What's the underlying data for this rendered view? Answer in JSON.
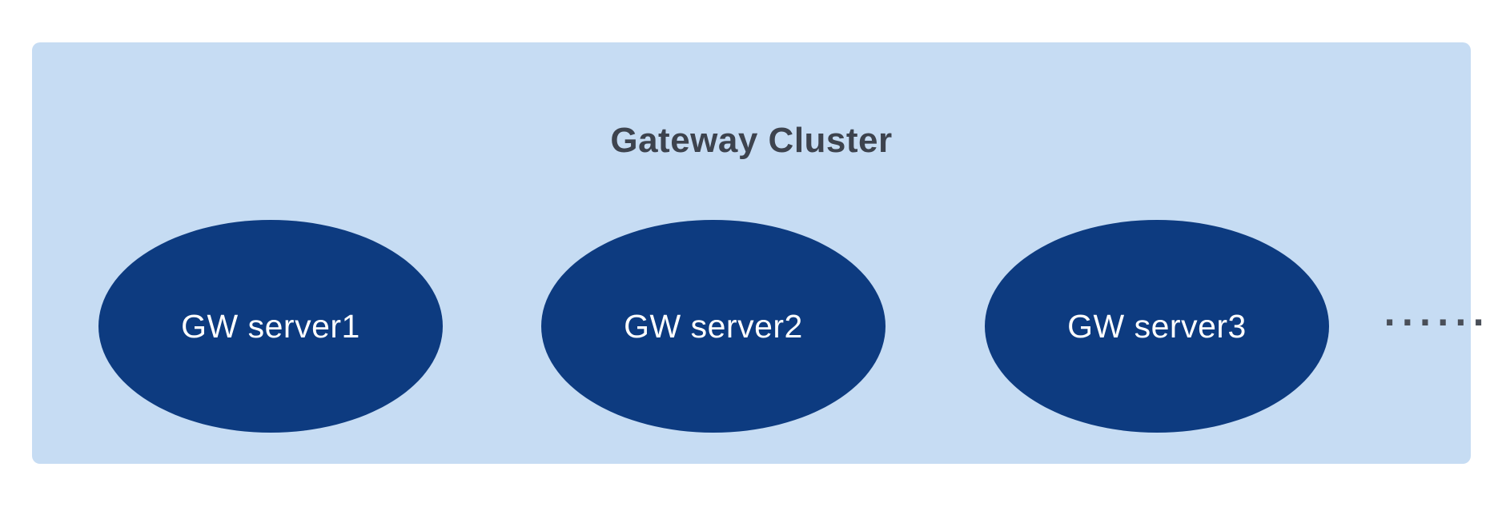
{
  "diagram": {
    "title": "Gateway Cluster",
    "nodes": [
      {
        "label": "GW server1"
      },
      {
        "label": "GW server2"
      },
      {
        "label": "GW server3"
      }
    ],
    "ellipsis": "......",
    "colors": {
      "panel_bg": "#c6dcf3",
      "node_bg": "#0d3b80",
      "node_text": "#ffffff",
      "title_color": "#3d434e",
      "dots_color": "#4a4f58"
    }
  }
}
